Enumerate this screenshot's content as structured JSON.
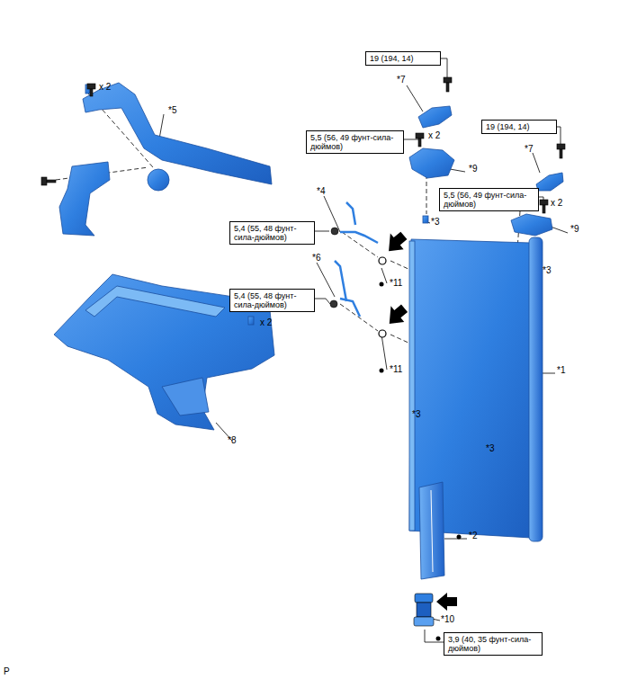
{
  "diagram": {
    "nodes": [
      {
        "text": [
          "19 (194, 14)"
        ]
      },
      {
        "text": [
          "19 (194, 14)"
        ]
      },
      {
        "text": [
          "5,5 (56, 49 фунт-сила-дюймов)"
        ]
      },
      {
        "text": [
          "5,5 (56, 49 фунт-сила-дюймов)"
        ]
      },
      {
        "text": [
          "5,4 (55, 48 фунт-сила-дюймов)"
        ]
      },
      {
        "text": [
          "5,4 (55, 48 фунт-сила-дюймов)"
        ]
      },
      {
        "text": [
          "3,9 (40, 35 фунт-сила-дюймов)"
        ]
      }
    ],
    "labels": [
      "x 2",
      "*5",
      "*7",
      "x 2",
      "*9",
      "*7",
      "x 2",
      "*9",
      "*4",
      "*3",
      "*3",
      "*6",
      "x 2",
      "*11",
      "*11",
      "*1",
      "*3",
      "*8",
      "*3",
      "*2",
      "*10",
      "P"
    ]
  }
}
